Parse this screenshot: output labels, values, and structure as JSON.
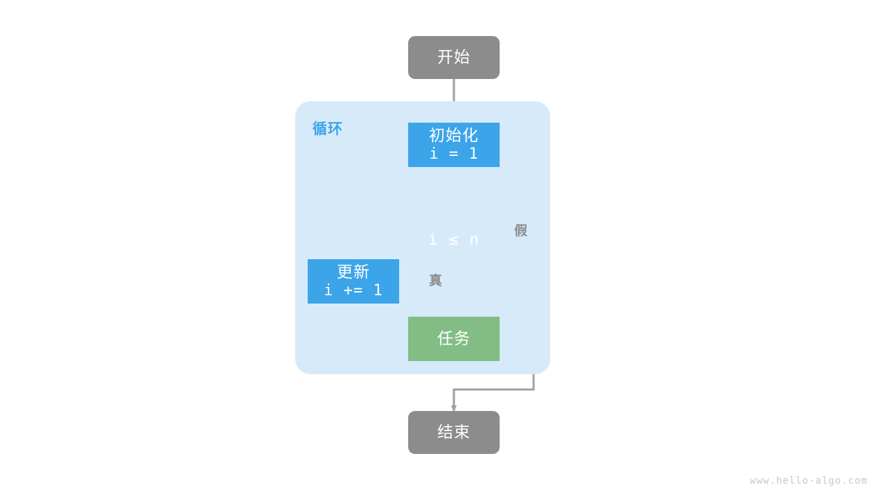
{
  "diagram": {
    "title_watermark": "www.hello-algo.com",
    "loop_container": {
      "label": "循环",
      "fill": "#d6eafa"
    },
    "colors": {
      "terminal": "#8c8c8c",
      "process": "#3ca4e9",
      "task": "#82bd85",
      "connector": "#a0a0a0",
      "loop_label": "#3ca4e9",
      "edge_label": "#8c8c8c",
      "node_text": "#ffffff",
      "watermark": "#c9c9c9"
    },
    "nodes": {
      "start": {
        "label": "开始",
        "shape": "rounded-rect",
        "fill": "#8c8c8c"
      },
      "init": {
        "label": "初始化",
        "code": "i = 1",
        "shape": "rect",
        "fill": "#3ca4e9"
      },
      "condition": {
        "code": "i ≤ n",
        "shape": "diamond",
        "fill": "#3ca4e9"
      },
      "update": {
        "label": "更新",
        "code": "i += 1",
        "shape": "rect",
        "fill": "#3ca4e9"
      },
      "task": {
        "label": "任务",
        "shape": "rect",
        "fill": "#82bd85"
      },
      "end": {
        "label": "结束",
        "shape": "rounded-rect",
        "fill": "#8c8c8c"
      }
    },
    "edges": {
      "true_label": "真",
      "false_label": "假"
    }
  }
}
